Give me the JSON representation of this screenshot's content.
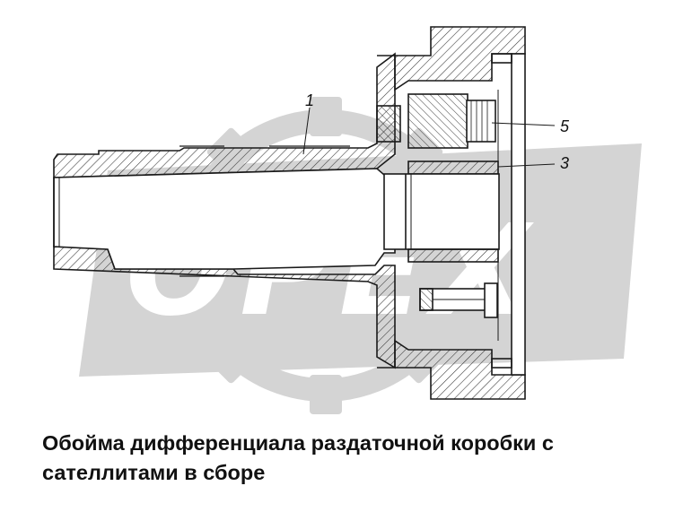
{
  "callouts": {
    "part_1": "1",
    "part_3": "3",
    "part_5": "5"
  },
  "caption": {
    "line_1": "Обойма дифференциала раздаточной коробки с",
    "line_2": "сателлитами в сборе"
  },
  "colors": {
    "watermark": "#d4d4d4",
    "line": "#1a1a1a",
    "hatch": "#333333",
    "text": "#111111"
  }
}
